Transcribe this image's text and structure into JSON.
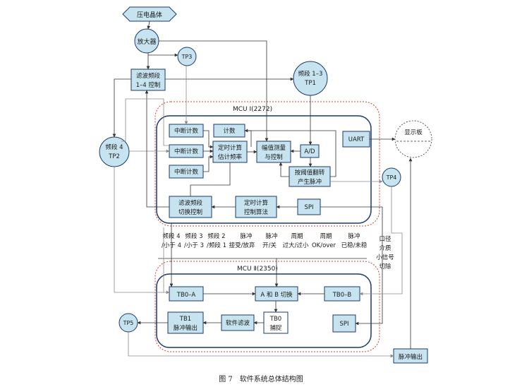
{
  "caption": "图 7　软件系统总体结构图",
  "nodes": {
    "piezo": "压电晶体",
    "amp": "放大器",
    "tp3": "TP3",
    "filter_band_l1": "滤波频段",
    "filter_band_l2": "1–4 控制",
    "band13_l1": "频段 1–3",
    "band13_l2": "TP1",
    "band4_l1": "频段 4",
    "band4_l2": "TP2",
    "display": "显示板",
    "uart": "UART",
    "tp4": "TP4",
    "tp5": "TP5"
  },
  "mcu1": {
    "title": "MCU Ⅰ(2272)",
    "int1": "中断计数",
    "int2": "中断计数",
    "int3": "中断计数",
    "count": "计数",
    "timer_l1": "定时计算",
    "timer_l2": "估计频率",
    "amp_meas_l1": "幅值测量",
    "amp_meas_l2": "与控制",
    "ad": "A/D",
    "thresh_l1": "按阈值翻转",
    "thresh_l2": "产生脉冲",
    "switch_l1": "滤波频段",
    "switch_l2": "切换控制",
    "ctrl_l1": "定时计算",
    "ctrl_l2": "控制算法",
    "spi": "SPI"
  },
  "signals": [
    {
      "l1": "频段 4",
      "l2": "/小于 4"
    },
    {
      "l1": "频段 3",
      "l2": "/小于 3"
    },
    {
      "l1": "频段 2",
      "l2": "/频段 1"
    },
    {
      "l1": "脉冲",
      "l2": "接受/放弃"
    },
    {
      "l1": "脉冲",
      "l2": "开/关"
    },
    {
      "l1": "周期",
      "l2": "过大/过小"
    },
    {
      "l1": "周期",
      "l2": "OK/over"
    },
    {
      "l1": "脉冲",
      "l2": "已稳/未稳"
    }
  ],
  "side_note": [
    "口径",
    "介质",
    "小信号",
    "切除"
  ],
  "mcu2": {
    "title": "MCU Ⅱ(2350)",
    "tb0a": "TB0–A",
    "ab_switch": "A 和 B 切换",
    "tb0b": "TB0–B",
    "tb1_l1": "TB1",
    "tb1_l2": "脉冲输出",
    "soft_filter": "软件滤波",
    "tb0cap_l1": "TB0",
    "tb0cap_l2": "捕捉",
    "spi": "SPI"
  },
  "pulse_out": "脉冲输出"
}
